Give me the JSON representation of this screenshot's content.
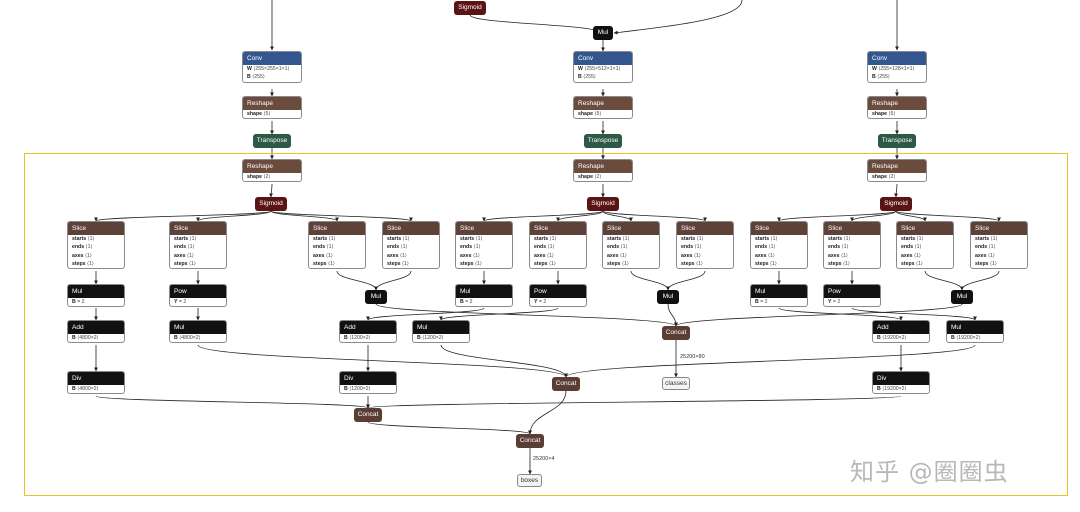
{
  "watermark": "知乎 @圈圈虫",
  "top_nodes": {
    "sigmoid": "Sigmoid",
    "mul": "Mul"
  },
  "heads": [
    {
      "conv": {
        "title": "Conv",
        "attrs": [
          {
            "k": "W",
            "v": "⟨255×255×1×1⟩"
          },
          {
            "k": "B",
            "v": "⟨255⟩"
          }
        ]
      },
      "reshape1": {
        "title": "Reshape",
        "attrs": [
          {
            "k": "shape",
            "v": "⟨5⟩"
          }
        ]
      },
      "transpose": "Transpose",
      "reshape2": {
        "title": "Reshape",
        "attrs": [
          {
            "k": "shape",
            "v": "⟨2⟩"
          }
        ]
      },
      "sigmoid": "Sigmoid",
      "slices": [
        {
          "title": "Slice",
          "attrs": [
            {
              "k": "starts",
              "v": "⟨1⟩"
            },
            {
              "k": "ends",
              "v": "⟨1⟩"
            },
            {
              "k": "axes",
              "v": "⟨1⟩"
            },
            {
              "k": "steps",
              "v": "⟨1⟩"
            }
          ]
        },
        {
          "title": "Slice",
          "attrs": [
            {
              "k": "starts",
              "v": "⟨1⟩"
            },
            {
              "k": "ends",
              "v": "⟨1⟩"
            },
            {
              "k": "axes",
              "v": "⟨1⟩"
            },
            {
              "k": "steps",
              "v": "⟨1⟩"
            }
          ]
        },
        {
          "title": "Slice",
          "attrs": [
            {
              "k": "starts",
              "v": "⟨1⟩"
            },
            {
              "k": "ends",
              "v": "⟨1⟩"
            },
            {
              "k": "axes",
              "v": "⟨1⟩"
            },
            {
              "k": "steps",
              "v": "⟨1⟩"
            }
          ]
        },
        {
          "title": "Slice",
          "attrs": [
            {
              "k": "starts",
              "v": "⟨1⟩"
            },
            {
              "k": "ends",
              "v": "⟨1⟩"
            },
            {
              "k": "axes",
              "v": "⟨1⟩"
            },
            {
              "k": "steps",
              "v": "⟨1⟩"
            }
          ]
        }
      ],
      "mul_a": {
        "title": "Mul",
        "attrs": [
          {
            "k": "B",
            "v": "= 2"
          }
        ]
      },
      "pow": {
        "title": "Pow",
        "attrs": [
          {
            "k": "Y",
            "v": "= 2"
          }
        ]
      },
      "mul_c": "Mul",
      "add": {
        "title": "Add",
        "attrs": [
          {
            "k": "B",
            "v": "⟨4800×2⟩"
          }
        ]
      },
      "mul_b": {
        "title": "Mul",
        "attrs": [
          {
            "k": "B",
            "v": "⟨4800×2⟩"
          }
        ]
      },
      "div": {
        "title": "Div",
        "attrs": [
          {
            "k": "B",
            "v": "⟨4800×2⟩"
          }
        ]
      }
    },
    {
      "conv": {
        "title": "Conv",
        "attrs": [
          {
            "k": "W",
            "v": "⟨255×512×1×1⟩"
          },
          {
            "k": "B",
            "v": "⟨255⟩"
          }
        ]
      },
      "reshape1": {
        "title": "Reshape",
        "attrs": [
          {
            "k": "shape",
            "v": "⟨5⟩"
          }
        ]
      },
      "transpose": "Transpose",
      "reshape2": {
        "title": "Reshape",
        "attrs": [
          {
            "k": "shape",
            "v": "⟨2⟩"
          }
        ]
      },
      "sigmoid": "Sigmoid",
      "slices": [
        {
          "title": "Slice",
          "attrs": [
            {
              "k": "starts",
              "v": "⟨1⟩"
            },
            {
              "k": "ends",
              "v": "⟨1⟩"
            },
            {
              "k": "axes",
              "v": "⟨1⟩"
            },
            {
              "k": "steps",
              "v": "⟨1⟩"
            }
          ]
        },
        {
          "title": "Slice",
          "attrs": [
            {
              "k": "starts",
              "v": "⟨1⟩"
            },
            {
              "k": "ends",
              "v": "⟨1⟩"
            },
            {
              "k": "axes",
              "v": "⟨1⟩"
            },
            {
              "k": "steps",
              "v": "⟨1⟩"
            }
          ]
        },
        {
          "title": "Slice",
          "attrs": [
            {
              "k": "starts",
              "v": "⟨1⟩"
            },
            {
              "k": "ends",
              "v": "⟨1⟩"
            },
            {
              "k": "axes",
              "v": "⟨1⟩"
            },
            {
              "k": "steps",
              "v": "⟨1⟩"
            }
          ]
        },
        {
          "title": "Slice",
          "attrs": [
            {
              "k": "starts",
              "v": "⟨1⟩"
            },
            {
              "k": "ends",
              "v": "⟨1⟩"
            },
            {
              "k": "axes",
              "v": "⟨1⟩"
            },
            {
              "k": "steps",
              "v": "⟨1⟩"
            }
          ]
        }
      ],
      "mul_a": {
        "title": "Mul",
        "attrs": [
          {
            "k": "B",
            "v": "= 2"
          }
        ]
      },
      "pow": {
        "title": "Pow",
        "attrs": [
          {
            "k": "Y",
            "v": "= 2"
          }
        ]
      },
      "mul_c": "Mul",
      "add": {
        "title": "Add",
        "attrs": [
          {
            "k": "B",
            "v": "⟨1200×2⟩"
          }
        ]
      },
      "mul_b": {
        "title": "Mul",
        "attrs": [
          {
            "k": "B",
            "v": "⟨1200×2⟩"
          }
        ]
      },
      "div": {
        "title": "Div",
        "attrs": [
          {
            "k": "B",
            "v": "⟨1200×2⟩"
          }
        ]
      }
    },
    {
      "conv": {
        "title": "Conv",
        "attrs": [
          {
            "k": "W",
            "v": "⟨255×128×1×1⟩"
          },
          {
            "k": "B",
            "v": "⟨255⟩"
          }
        ]
      },
      "reshape1": {
        "title": "Reshape",
        "attrs": [
          {
            "k": "shape",
            "v": "⟨5⟩"
          }
        ]
      },
      "transpose": "Transpose",
      "reshape2": {
        "title": "Reshape",
        "attrs": [
          {
            "k": "shape",
            "v": "⟨2⟩"
          }
        ]
      },
      "sigmoid": "Sigmoid",
      "slices": [
        {
          "title": "Slice",
          "attrs": [
            {
              "k": "starts",
              "v": "⟨1⟩"
            },
            {
              "k": "ends",
              "v": "⟨1⟩"
            },
            {
              "k": "axes",
              "v": "⟨1⟩"
            },
            {
              "k": "steps",
              "v": "⟨1⟩"
            }
          ]
        },
        {
          "title": "Slice",
          "attrs": [
            {
              "k": "starts",
              "v": "⟨1⟩"
            },
            {
              "k": "ends",
              "v": "⟨1⟩"
            },
            {
              "k": "axes",
              "v": "⟨1⟩"
            },
            {
              "k": "steps",
              "v": "⟨1⟩"
            }
          ]
        },
        {
          "title": "Slice",
          "attrs": [
            {
              "k": "starts",
              "v": "⟨1⟩"
            },
            {
              "k": "ends",
              "v": "⟨1⟩"
            },
            {
              "k": "axes",
              "v": "⟨1⟩"
            },
            {
              "k": "steps",
              "v": "⟨1⟩"
            }
          ]
        },
        {
          "title": "Slice",
          "attrs": [
            {
              "k": "starts",
              "v": "⟨1⟩"
            },
            {
              "k": "ends",
              "v": "⟨1⟩"
            },
            {
              "k": "axes",
              "v": "⟨1⟩"
            },
            {
              "k": "steps",
              "v": "⟨1⟩"
            }
          ]
        }
      ],
      "mul_a": {
        "title": "Mul",
        "attrs": [
          {
            "k": "B",
            "v": "= 2"
          }
        ]
      },
      "pow": {
        "title": "Pow",
        "attrs": [
          {
            "k": "Y",
            "v": "= 2"
          }
        ]
      },
      "mul_c": "Mul",
      "add": {
        "title": "Add",
        "attrs": [
          {
            "k": "B",
            "v": "⟨19200×2⟩"
          }
        ]
      },
      "mul_b": {
        "title": "Mul",
        "attrs": [
          {
            "k": "B",
            "v": "⟨19200×2⟩"
          }
        ]
      },
      "div": {
        "title": "Div",
        "attrs": [
          {
            "k": "B",
            "v": "⟨19200×2⟩"
          }
        ]
      }
    }
  ],
  "outputs": {
    "concat_classes": "Concat",
    "concat_mid": "Concat",
    "concat_left": "Concat",
    "concat_final": "Concat",
    "classes_shape": "25200×80",
    "classes_label": "classes",
    "boxes_shape": "25200×4",
    "boxes_label": "boxes"
  }
}
